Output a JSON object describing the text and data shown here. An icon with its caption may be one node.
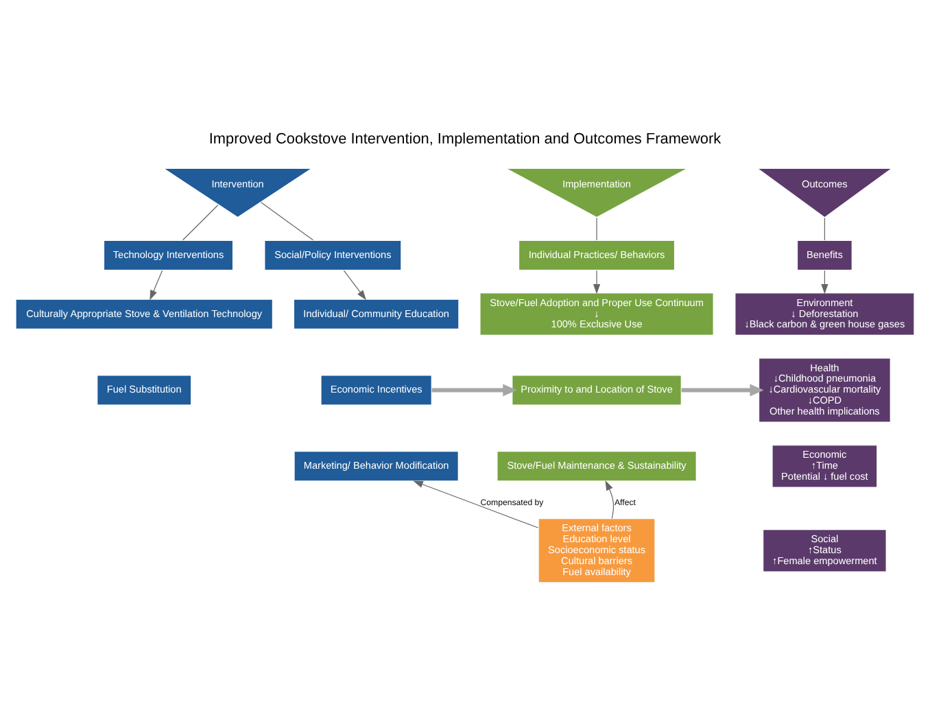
{
  "diagram": {
    "title": "Improved Cookstove Intervention, Implementation and Outcomes Framework",
    "nodes": [
      {
        "text": [
          "Intervention"
        ]
      },
      {
        "text": [
          "Technology Interventions"
        ]
      },
      {
        "text": [
          "Social/Policy Interventions"
        ]
      },
      {
        "text": [
          "Culturally Appropriate Stove & Ventilation Technology"
        ]
      },
      {
        "text": [
          "Fuel Substitution"
        ]
      },
      {
        "text": [
          "Individual/ Community Education"
        ]
      },
      {
        "text": [
          "Economic Incentives"
        ]
      },
      {
        "text": [
          "Marketing/ Behavior Modification"
        ]
      },
      {
        "text": [
          "Implementation"
        ]
      },
      {
        "text": [
          "Individual Practices/ Behaviors"
        ]
      },
      {
        "text": [
          "Stove/Fuel Adoption and Proper Use Continuum",
          "↓",
          "100% Exclusive Use"
        ]
      },
      {
        "text": [
          "Proximity to and Location of Stove"
        ]
      },
      {
        "text": [
          "Stove/Fuel Maintenance & Sustainability"
        ]
      },
      {
        "text": [
          "External factors",
          "Education level",
          "Socioeconomic status",
          "Cultural barriers",
          "Fuel availability"
        ]
      },
      {
        "text": [
          "Outcomes"
        ]
      },
      {
        "text": [
          "Benefits"
        ]
      },
      {
        "text": [
          "Environment",
          "↓ Deforestation",
          "↓Black carbon & green house gases"
        ]
      },
      {
        "text": [
          "Health",
          "↓Childhood pneumonia",
          "↓Cardiovascular mortality",
          "↓COPD",
          "Other health implications"
        ]
      },
      {
        "text": [
          "Economic",
          "↑Time",
          "Potential ↓ fuel cost"
        ]
      },
      {
        "text": [
          "Social",
          "↑Status",
          "↑Female empowerment"
        ]
      }
    ],
    "edges": [
      {
        "from": 0,
        "to": 1,
        "arrow": "none"
      },
      {
        "from": 0,
        "to": 2,
        "arrow": "none"
      },
      {
        "from": 1,
        "to": 3,
        "arrow": "to"
      },
      {
        "from": 2,
        "to": 5,
        "arrow": "to"
      },
      {
        "from": 8,
        "to": 9,
        "arrow": "none"
      },
      {
        "from": 9,
        "to": 10,
        "arrow": "to"
      },
      {
        "from": 14,
        "to": 15,
        "arrow": "none"
      },
      {
        "from": 15,
        "to": 16,
        "arrow": "to"
      },
      {
        "from": 6,
        "to": 11,
        "arrow": "to",
        "style": "thick",
        "color": "#a6a6a6"
      },
      {
        "from": 11,
        "to": 17,
        "arrow": "to",
        "style": "thick",
        "color": "#a6a6a6"
      },
      {
        "from": 13,
        "to": 12,
        "arrow": "to",
        "label": "Affect"
      },
      {
        "from": 13,
        "to": 7,
        "arrow": "to",
        "label": "Compensated by"
      }
    ]
  }
}
